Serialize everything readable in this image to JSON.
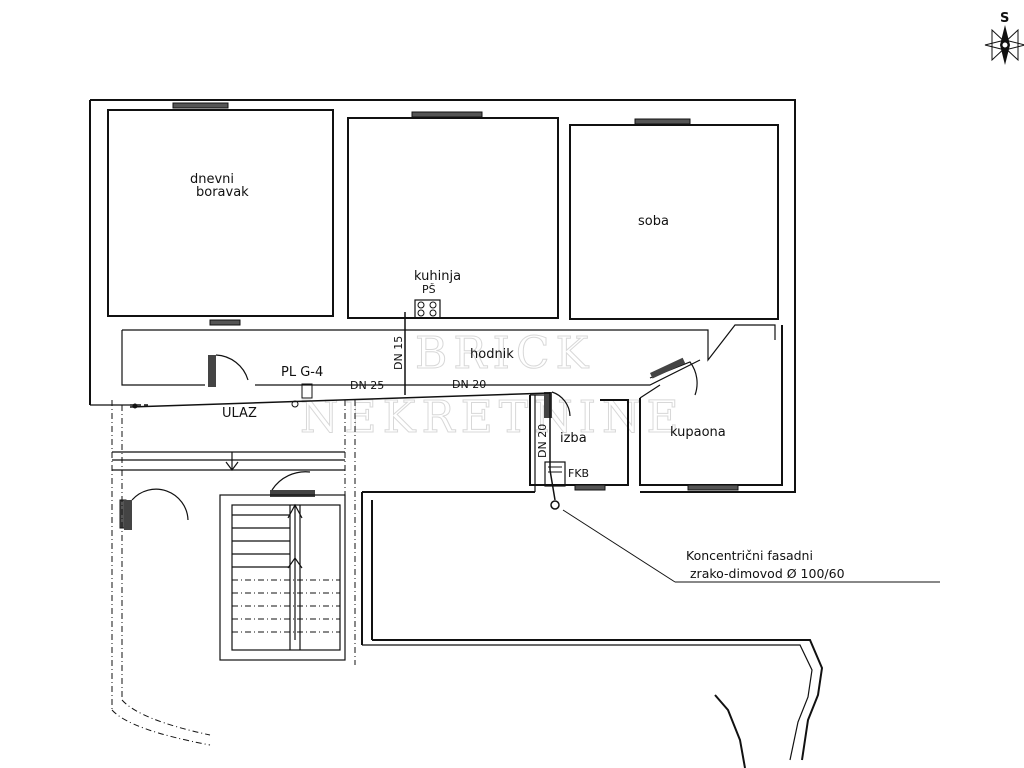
{
  "compass": {
    "letter": "S"
  },
  "rooms": {
    "dnevni_boravak_l1": "dnevni",
    "dnevni_boravak_l2": "boravak",
    "kuhinja": "kuhinja",
    "soba": "soba",
    "hodnik": "hodnik",
    "izba": "izba",
    "kupaona": "kupaona",
    "ulaz": "ULAZ"
  },
  "fixtures": {
    "ps": "PŠ",
    "pl": "PL G-4",
    "fkb": "FKB"
  },
  "pipes": {
    "dn15": "DN 15",
    "dn25": "DN 25",
    "dn20_h": "DN 20",
    "dn20_v": "DN 20"
  },
  "annotation": {
    "line1": "Koncentrični fasadni",
    "line2": "zrako-dimovod  Ø 100/60"
  },
  "watermark": {
    "line1": "BRICK",
    "line2": "NEKRETNINE"
  }
}
